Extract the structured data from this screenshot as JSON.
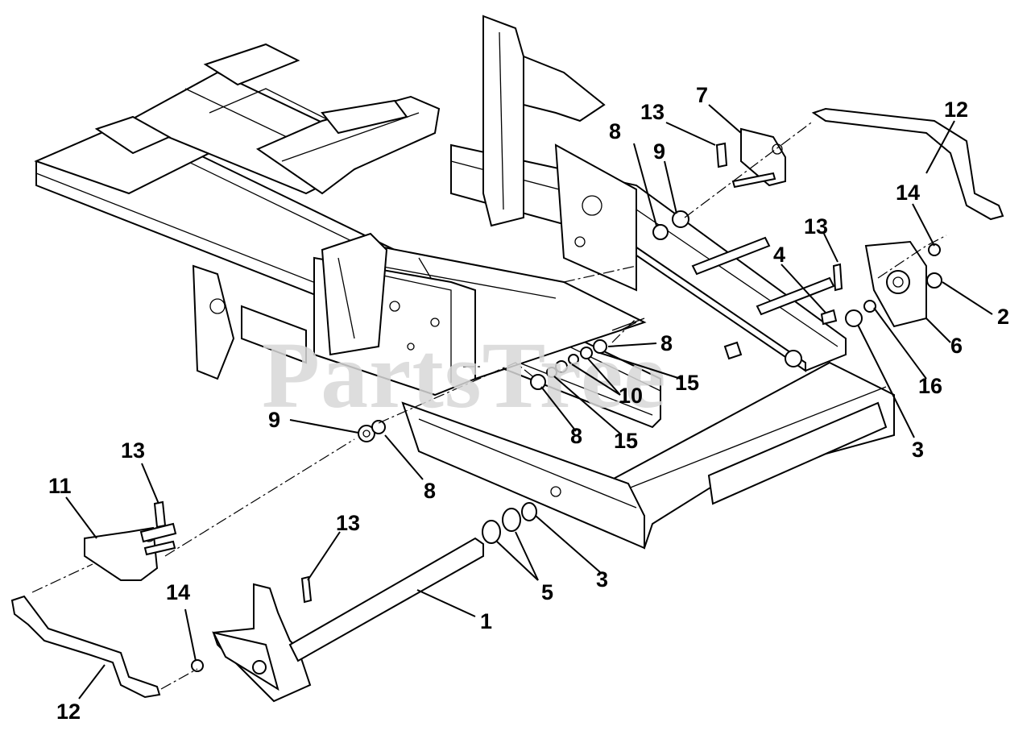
{
  "watermark": "PartsTree",
  "callouts": [
    {
      "id": "c13-top",
      "text": "13"
    },
    {
      "id": "c7",
      "text": "7"
    },
    {
      "id": "c12-top",
      "text": "12"
    },
    {
      "id": "c8-a",
      "text": "8"
    },
    {
      "id": "c9-top",
      "text": "9"
    },
    {
      "id": "c14-top",
      "text": "14"
    },
    {
      "id": "c13-mid",
      "text": "13"
    },
    {
      "id": "c4",
      "text": "4"
    },
    {
      "id": "c2",
      "text": "2"
    },
    {
      "id": "c6",
      "text": "6"
    },
    {
      "id": "c8-b",
      "text": "8"
    },
    {
      "id": "c15-a",
      "text": "15"
    },
    {
      "id": "c16",
      "text": "16"
    },
    {
      "id": "c10",
      "text": "10"
    },
    {
      "id": "c3-right",
      "text": "3"
    },
    {
      "id": "c9-left",
      "text": "9"
    },
    {
      "id": "c8-c",
      "text": "8"
    },
    {
      "id": "c15-b",
      "text": "15"
    },
    {
      "id": "c8-d",
      "text": "8"
    },
    {
      "id": "c13-left",
      "text": "13"
    },
    {
      "id": "c11",
      "text": "11"
    },
    {
      "id": "c13-low",
      "text": "13"
    },
    {
      "id": "c14-left",
      "text": "14"
    },
    {
      "id": "c5",
      "text": "5"
    },
    {
      "id": "c3-low",
      "text": "3"
    },
    {
      "id": "c1",
      "text": "1"
    },
    {
      "id": "c12-left",
      "text": "12"
    }
  ]
}
